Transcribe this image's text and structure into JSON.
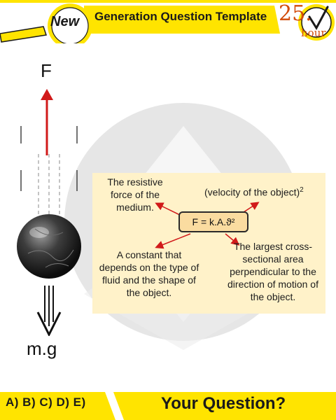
{
  "header": {
    "badge": "New",
    "title": "Generation Question Template",
    "time_number": "25.",
    "time_unit": "hour"
  },
  "diagram": {
    "force_label": "F",
    "weight_label": "m.g"
  },
  "panel": {
    "formula": "F = k.A.ϑ²",
    "resistive_note": "The resistive force of the medium.",
    "velocity_note": "(velocity of the object)",
    "velocity_exponent": "2",
    "constant_note": "A constant that depends on the type of fluid and the shape of the object.",
    "area_note": "The largest cross-sectional area perpendicular to the direction of motion of the object."
  },
  "footer": {
    "options": "A) B) C) D) E)",
    "question": "Your Question?"
  },
  "colors": {
    "yellow": "#ffe400",
    "panel": "#fff2c9",
    "arrow_red": "#d11a1a",
    "clock_orange": "#d24b0a"
  }
}
